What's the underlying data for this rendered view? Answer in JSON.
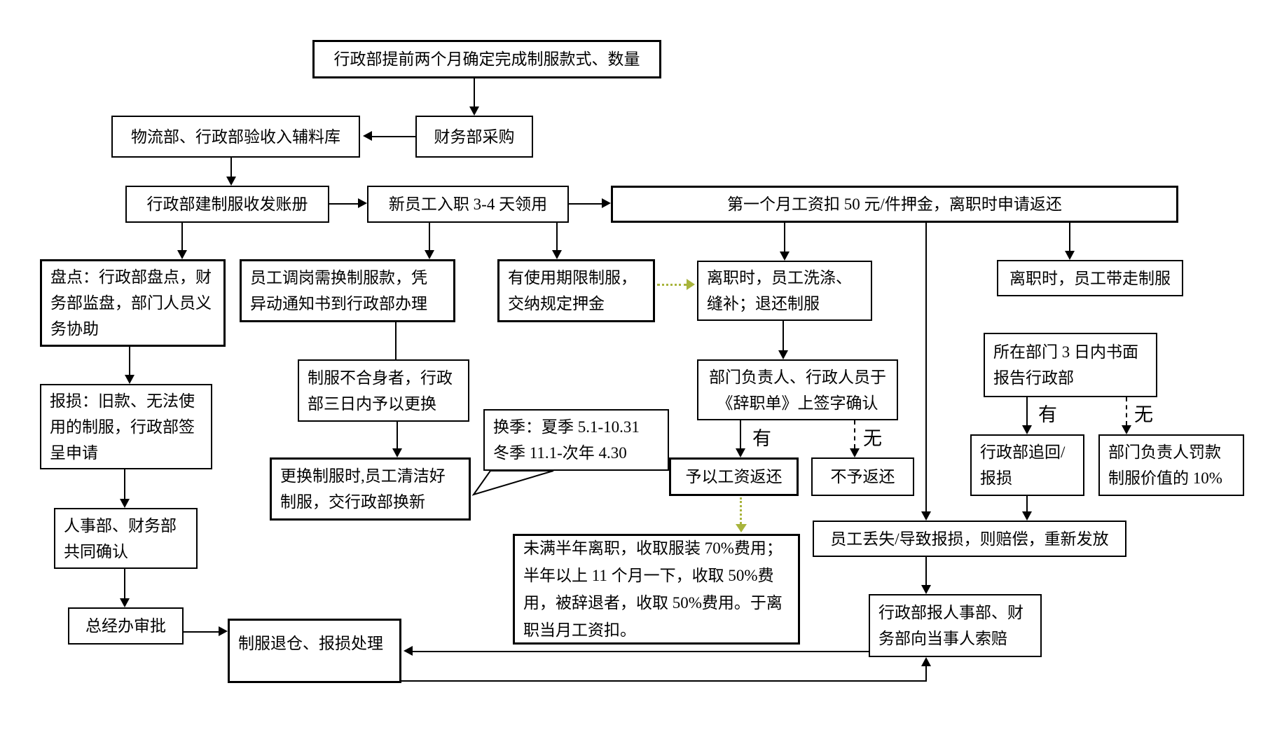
{
  "colors": {
    "line": "#000000",
    "accent_green_connector": "#a8b43c",
    "box_fill": "#ffffff",
    "background": "#ffffff"
  },
  "nodes": {
    "confirm_style": {
      "text": "行政部提前两个月确定完成制服款式、数量"
    },
    "purchase": {
      "text": "财务部采购"
    },
    "receive_warehouse": {
      "text": "物流部、行政部验收入辅料库"
    },
    "ledger": {
      "text": "行政部建制服收发账册"
    },
    "new_employee": {
      "text": "新员工入职 3-4 天领用"
    },
    "deposit": {
      "text": "第一个月工资扣 50 元/件押金，离职时申请返还"
    },
    "stocktake": {
      "text": "盘点：行政部盘点，财\n务部监盘，部门人员义\n务协助"
    },
    "transfer": {
      "text": "员工调岗需换制服款，凭\n异动通知书到行政部办理"
    },
    "limited_term": {
      "text": "有使用期限制服，\n交纳规定押金"
    },
    "resign_wash": {
      "text": "离职时，员工洗涤、\n缝补；退还制服"
    },
    "take_away": {
      "text": "离职时，员工带走制服"
    },
    "damage_report": {
      "text": "报损：旧款、无法使\n用的制服，行政部签\n呈申请"
    },
    "ill_fitting": {
      "text": "制服不合身者，行政\n部三日内予以更换"
    },
    "sign_confirm": {
      "text": "部门负责人、行政人员于\n《辞职单》上签字确认"
    },
    "report_3days": {
      "text": "所在部门 3 日内书面\n报告行政部"
    },
    "season_note": {
      "text": "换季：夏季 5.1-10.31\n冬季 11.1-次年 4.30"
    },
    "replace_clean": {
      "text": "更换制服时,员工清洁好\n制服，交行政部换新"
    },
    "refund_yes": {
      "text": "予以工资返还"
    },
    "refund_no": {
      "text": "不予返还"
    },
    "recover": {
      "text": "行政部追回/\n报损"
    },
    "fine_10pct": {
      "text": "部门负责人罚款\n制服价值的 10%"
    },
    "joint_confirm": {
      "text": "人事部、财务部\n共同确认"
    },
    "fee_rule": {
      "text": "未满半年离职，收取服装 70%费用；\n半年以上 11 个月一下，收取 50%费\n用，被辞退者，收取 50%费用。于离\n职当月工资扣。"
    },
    "lost_compensate": {
      "text": "员工丢失/导致报损，则赔偿，重新发放"
    },
    "gm_approval": {
      "text": "总经办审批"
    },
    "claim": {
      "text": "行政部报人事部、财\n务部向当事人索赔"
    },
    "return_warehouse": {
      "text": "制服退仓、报损处理"
    }
  },
  "edge_labels": {
    "sign_yes": "有",
    "sign_no": "无",
    "report_yes": "有",
    "report_no": "无"
  }
}
